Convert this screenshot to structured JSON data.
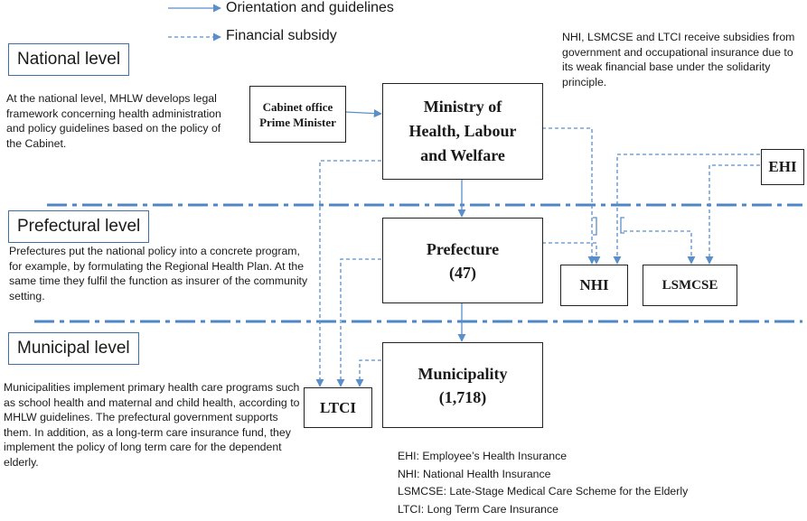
{
  "legend": {
    "solid": "Orientation and guidelines",
    "dashed": "Financial subsidy"
  },
  "levels": {
    "national": "National level",
    "prefectural": "Prefectural level",
    "municipal": "Municipal level"
  },
  "descriptions": {
    "national": "At the national level, MHLW develops legal framework concerning health administration and policy guidelines based on the policy of the Cabinet.",
    "prefectural": "Prefectures put the national policy into a concrete program, for example, by formulating the Regional Health Plan. At the same time they fulfil the function as insurer of the community setting.",
    "municipal": "Municipalities implement primary health care programs such as school health and maternal and child health, according to MHLW guidelines. The prefectural government supports them. In addition, as a long-term care insurance fund, they implement the policy of long term care for the dependent elderly.",
    "subsidy_note": "NHI, LSMCSE and LTCI receive subsidies from government and occupational insurance due to its weak financial base under the solidarity principle."
  },
  "nodes": {
    "cabinet": "Cabinet office\nPrime Minister",
    "mhlw": "Ministry of\nHealth, Labour\nand Welfare",
    "prefecture": "Prefecture\n(47)",
    "municipality": "Municipality\n(1,718)",
    "ehi": "EHI",
    "nhi": "NHI",
    "lsmcse": "LSMCSE",
    "ltci": "LTCI"
  },
  "abbreviations": [
    "EHI: Employee’s Health Insurance",
    "NHI: National Health Insurance",
    "LSMCSE: Late-Stage Medical Care Scheme for the Elderly",
    "LTCI: Long Term Care Insurance"
  ],
  "colors": {
    "arrow": "#5b8fc9",
    "divider": "#4f86c6",
    "level_border": "#3f6fa8"
  }
}
